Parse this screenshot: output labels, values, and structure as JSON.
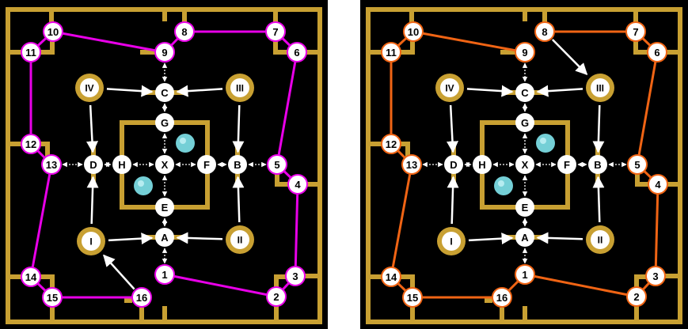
{
  "colors": {
    "background": "#000000",
    "wall": "#c8a032",
    "left_path": "#e800e8",
    "right_path": "#f06414",
    "pearl": "#74cfd6",
    "node_fill": "#ffffff",
    "ring": "#c8a032"
  },
  "boards": [
    {
      "name": "left-board",
      "path_color_key": "left_path",
      "path_sequence": [
        "1",
        "2",
        "3",
        "4",
        "5",
        "6",
        "7",
        "8",
        "9",
        "10",
        "11",
        "12",
        "13",
        "14",
        "15",
        "16"
      ],
      "extra_arrows": [
        [
          "16",
          "I"
        ]
      ]
    },
    {
      "name": "right-board",
      "path_color_key": "right_path",
      "path_sequence": [
        "1",
        "2",
        "3",
        "4",
        "5",
        "6",
        "7",
        "8"
      ],
      "path_sequence_b": [
        "9",
        "10",
        "11",
        "12",
        "13",
        "14",
        "15",
        "16",
        "1"
      ],
      "extra_arrows": [
        [
          "8",
          "III"
        ]
      ]
    }
  ],
  "nodes": {
    "1": "1",
    "2": "2",
    "3": "3",
    "4": "4",
    "5": "5",
    "6": "6",
    "7": "7",
    "8": "8",
    "9": "9",
    "10": "10",
    "11": "11",
    "12": "12",
    "13": "13",
    "14": "14",
    "15": "15",
    "16": "16",
    "A": "A",
    "B": "B",
    "C": "C",
    "D": "D",
    "E": "E",
    "F": "F",
    "G": "G",
    "H": "H",
    "X": "X"
  },
  "roman_nodes": {
    "I": "I",
    "II": "II",
    "III": "III",
    "IV": "IV"
  }
}
